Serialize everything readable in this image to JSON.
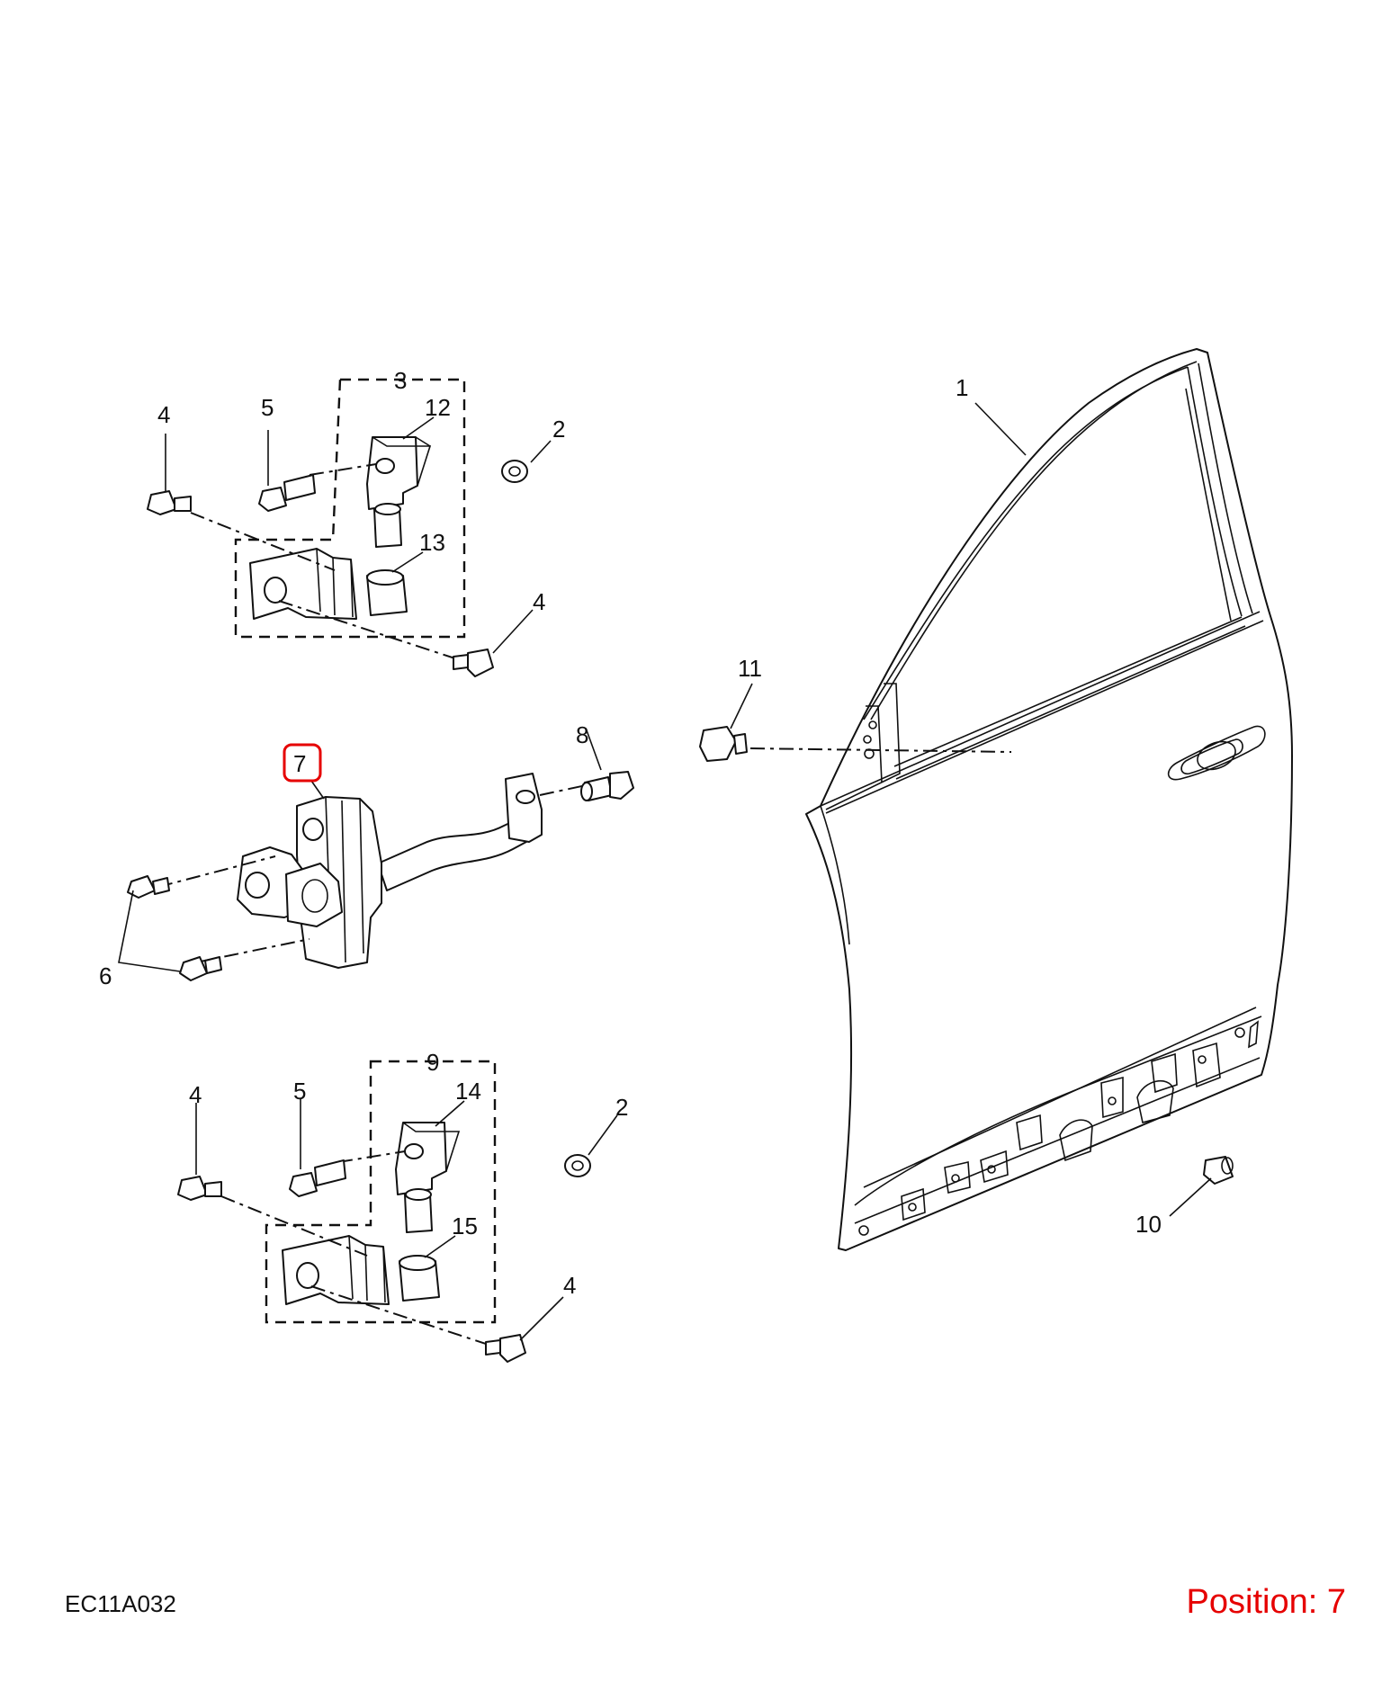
{
  "diagram_code": "EC11A032",
  "position_label": "Position: 7",
  "highlight_color": "#e60000",
  "callouts": {
    "c1": "1",
    "c2a": "2",
    "c2b": "2",
    "c3": "3",
    "c4a": "4",
    "c4b": "4",
    "c4c": "4",
    "c4d": "4",
    "c5a": "5",
    "c5b": "5",
    "c6": "6",
    "c7": "7",
    "c8": "8",
    "c9": "9",
    "c10": "10",
    "c11": "11",
    "c12": "12",
    "c13": "13",
    "c14": "14",
    "c15": "15"
  }
}
